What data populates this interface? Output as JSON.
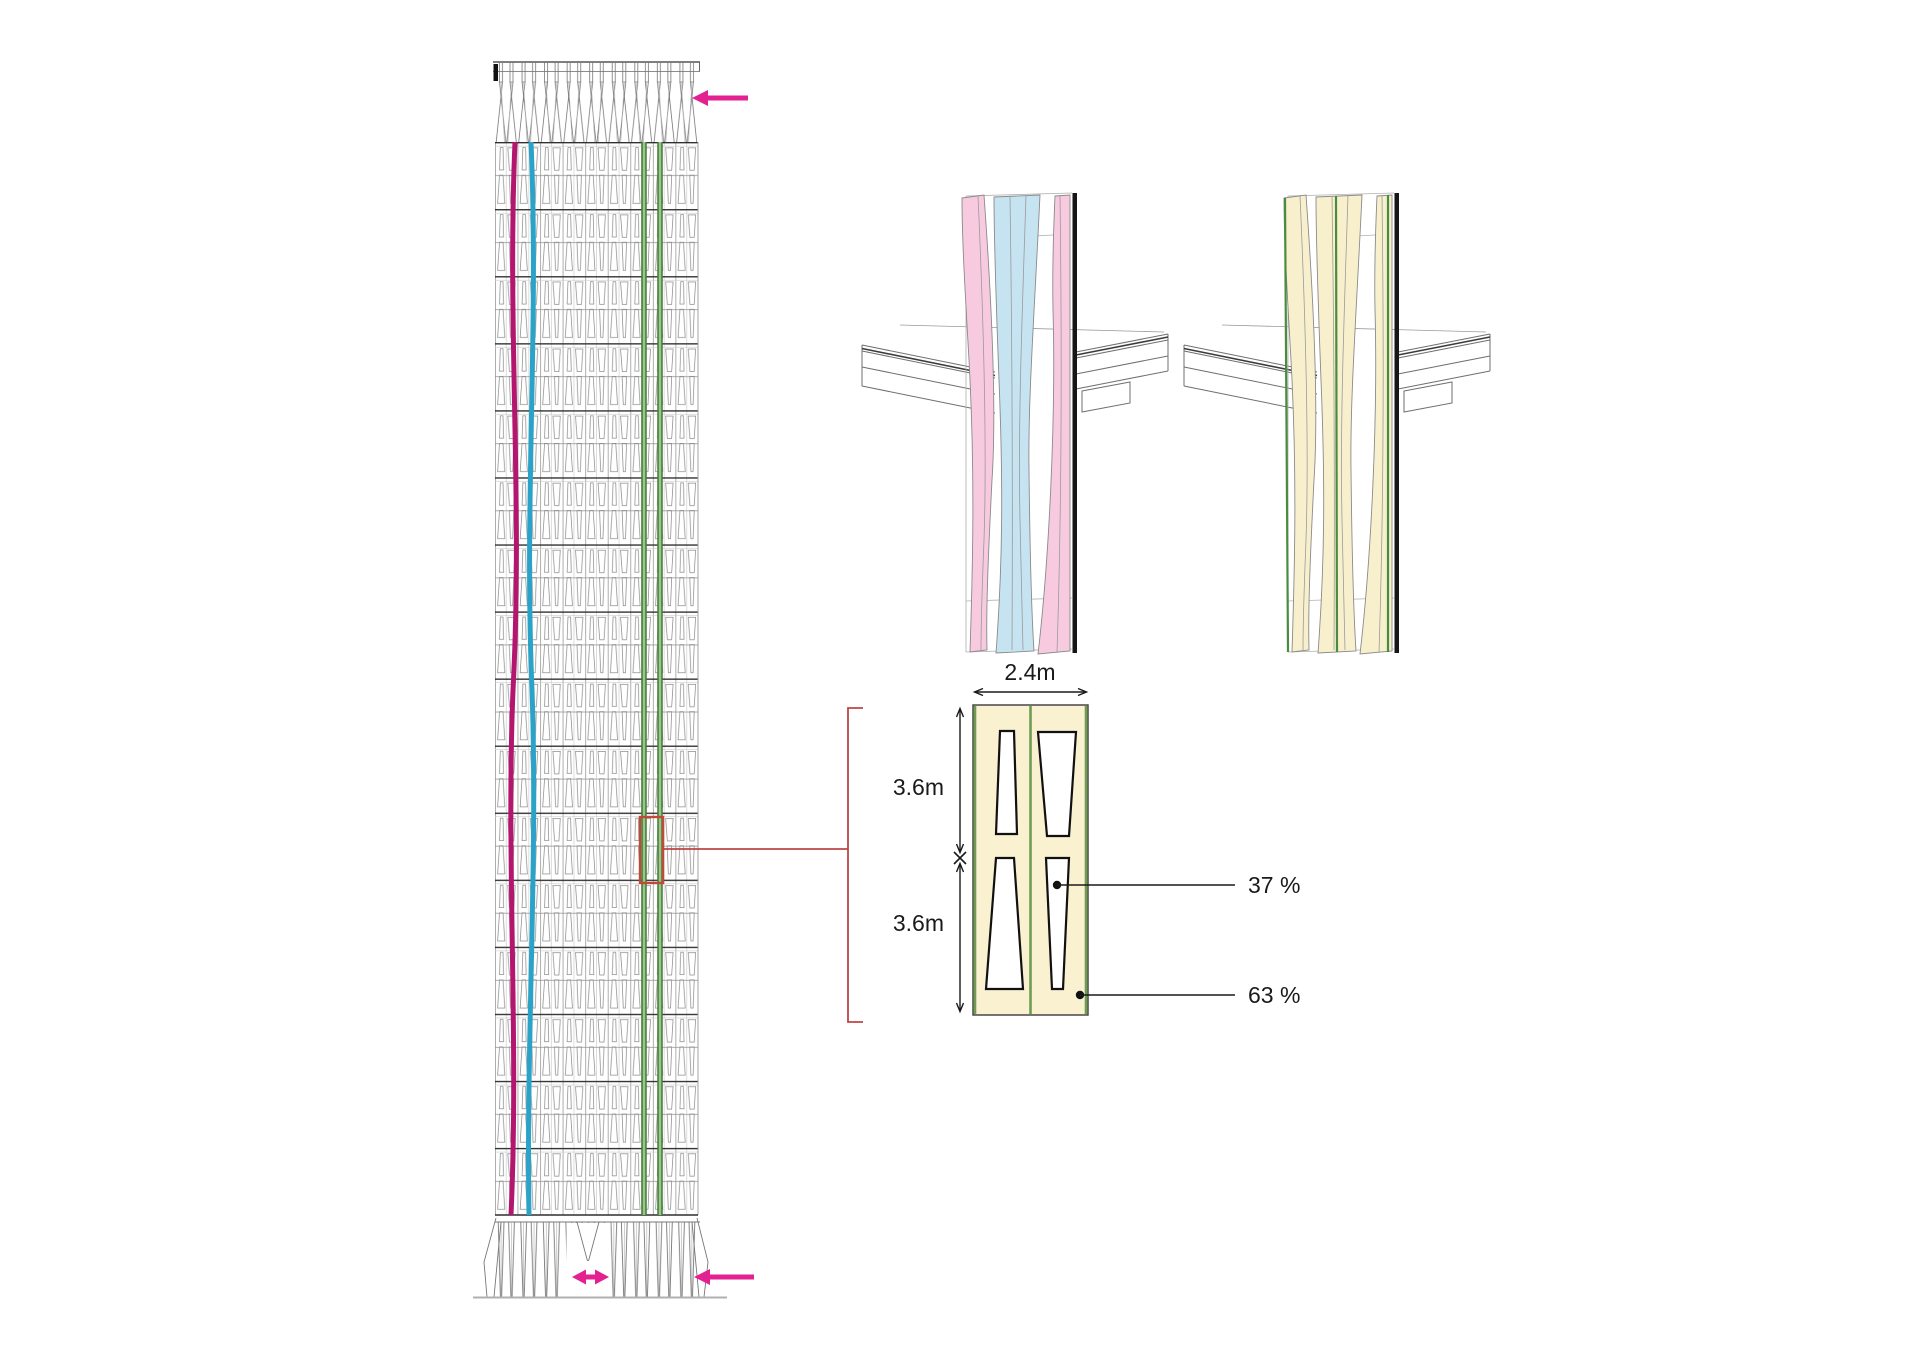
{
  "figure": {
    "type": "architectural-facade-diagram",
    "tower": {
      "description": "tall facade elevation with woven tapered mullions",
      "highlight_lines": [
        "magenta-mullion-path",
        "cyan-mullion-path",
        "green-mullion-pair"
      ]
    },
    "details": {
      "left_detail": "floor-slab with pink and blue twisted mullions",
      "right_detail": "floor-slab with cream mullions and green edges"
    },
    "panel": {
      "width_label": "2.4m",
      "upper_height_label": "3.6m",
      "lower_height_label": "3.6m",
      "opening_share_label": "37 %",
      "solid_share_label": "63 %"
    },
    "annotations": {
      "top_arrow_icon": "left-arrow-icon",
      "base_width_arrow_icon": "left-right-arrow-icon",
      "base_side_arrow_icon": "left-arrow-icon",
      "callout": "red bracket linking highlighted facade module to panel diagram"
    },
    "colors": {
      "highlight_pink": "#e32190",
      "scheme_magenta": "#b3156f",
      "scheme_cyan": "#2ba3c9",
      "scheme_green": "#3e7d33",
      "detail_fill_pink": "#f7cadf",
      "detail_fill_blue": "#c6e3f1",
      "detail_fill_cream": "#f8f0cd",
      "panel_fill_cream": "#faf1d0",
      "callout_red": "#bb4745",
      "highlight_box_red": "#bf4a37"
    }
  }
}
